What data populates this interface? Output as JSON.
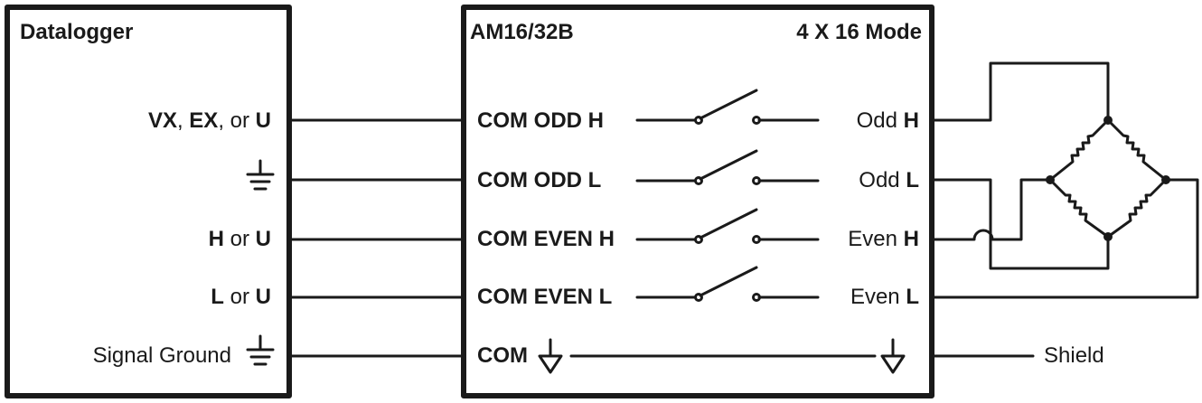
{
  "datalogger": {
    "title": "Datalogger",
    "terminals": [
      {
        "parts": [
          {
            "t": "VX",
            "b": true
          },
          {
            "t": ", ",
            "b": false
          },
          {
            "t": "EX",
            "b": true
          },
          {
            "t": ", or ",
            "b": false
          },
          {
            "t": "U",
            "b": true
          }
        ]
      },
      {
        "parts": []
      },
      {
        "parts": [
          {
            "t": "H",
            "b": true
          },
          {
            "t": " or ",
            "b": false
          },
          {
            "t": "U",
            "b": true
          }
        ]
      },
      {
        "parts": [
          {
            "t": "L",
            "b": true
          },
          {
            "t": " or ",
            "b": false
          },
          {
            "t": "U",
            "b": true
          }
        ]
      },
      {
        "parts": [
          {
            "t": "Signal Ground",
            "b": false
          }
        ]
      }
    ]
  },
  "multiplexer": {
    "title": "AM16/32B",
    "mode": "4 X 16 Mode",
    "com_labels": [
      "COM ODD H",
      "COM ODD L",
      "COM EVEN H",
      "COM EVEN L",
      "COM"
    ],
    "outputs": [
      {
        "name": "Odd",
        "suffix": "H"
      },
      {
        "name": "Odd",
        "suffix": "L"
      },
      {
        "name": "Even",
        "suffix": "H"
      },
      {
        "name": "Even",
        "suffix": "L"
      }
    ]
  },
  "shield_label": "Shield",
  "icons": [
    "ground-icon",
    "switch-icon",
    "resistor-icon",
    "chassis-ground-icon"
  ],
  "colors": {
    "line": "#1a1a1a",
    "background": "#ffffff"
  }
}
